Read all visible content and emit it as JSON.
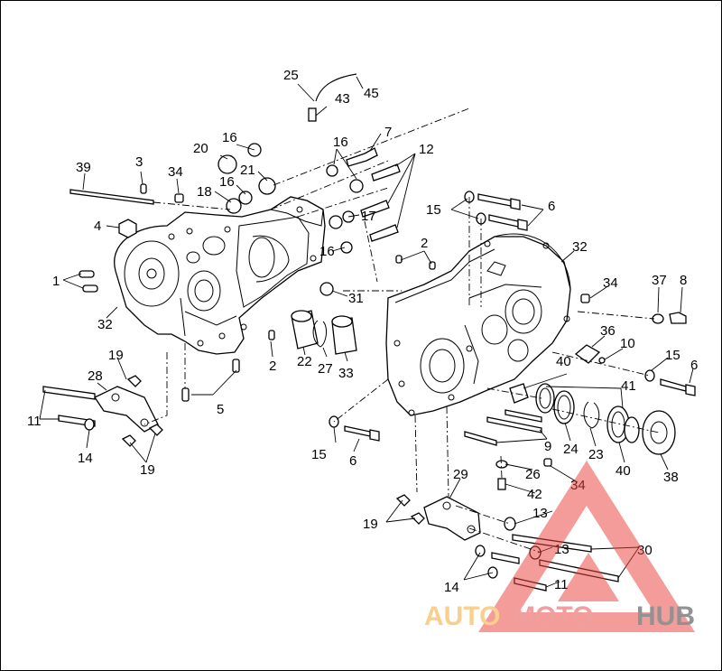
{
  "diagram": {
    "callouts": [
      "1",
      "2",
      "2",
      "3",
      "4",
      "5",
      "6",
      "6",
      "6",
      "7",
      "8",
      "9",
      "10",
      "11",
      "11",
      "12",
      "13",
      "13",
      "14",
      "14",
      "15",
      "15",
      "15",
      "16",
      "16",
      "16",
      "16",
      "17",
      "18",
      "19",
      "19",
      "19",
      "20",
      "21",
      "22",
      "23",
      "24",
      "25",
      "26",
      "27",
      "28",
      "29",
      "30",
      "31",
      "32",
      "32",
      "33",
      "34",
      "34",
      "34",
      "36",
      "37",
      "38",
      "39",
      "40",
      "40",
      "41",
      "42",
      "43",
      "45"
    ]
  },
  "watermark": {
    "brand_parts": [
      "AUTO",
      "MOTO",
      "HUB"
    ],
    "colors": {
      "auto": "#f6c06a",
      "moto": "#ec7f7f",
      "hub": "#6e6e6e",
      "triangle": "#e8413c"
    }
  },
  "footer": {
    "caption": ""
  }
}
